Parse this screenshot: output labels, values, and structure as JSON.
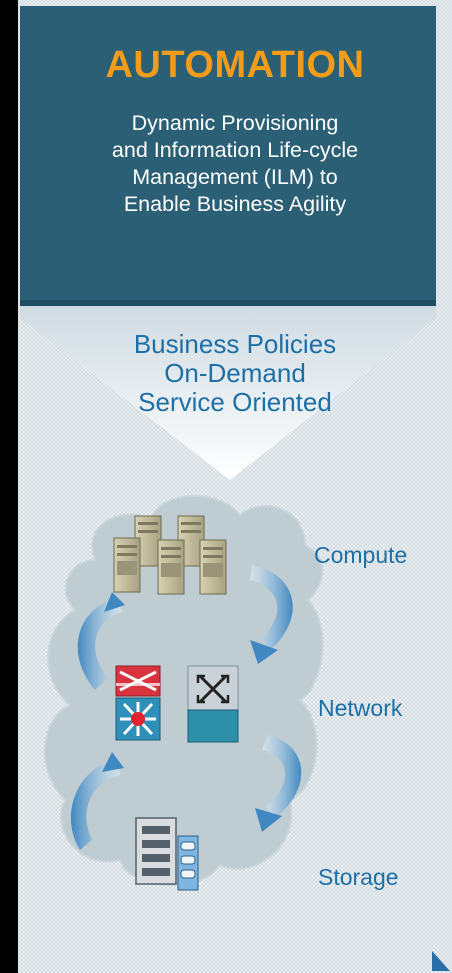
{
  "banner": {
    "title": "AUTOMATION",
    "subtitle_lines": [
      "Dynamic Provisioning",
      "and Information Life-cycle",
      "Management (ILM) to",
      "Enable Business Agility"
    ]
  },
  "policies": {
    "lines": [
      "Business Policies",
      "On-Demand",
      "Service Oriented"
    ]
  },
  "layers": {
    "compute": "Compute",
    "network": "Network",
    "storage": "Storage"
  },
  "colors": {
    "banner_bg": "#2b5f75",
    "title": "#f39c1a",
    "policy_text": "#1d6fa7",
    "cloud": "#bfcdd3",
    "arrow": "#5f9dc9",
    "background": "#000000"
  },
  "icons": [
    "server-icon",
    "firewall-icon",
    "switch-icon",
    "multilayer-switch-icon",
    "storage-array-icon",
    "disk-icon",
    "cycle-arrow-icon",
    "play-icon"
  ]
}
